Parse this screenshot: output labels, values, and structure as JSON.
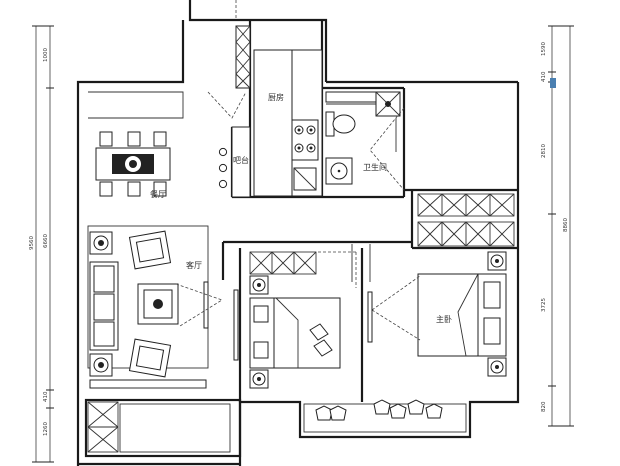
{
  "rooms": {
    "kitchen": "厨房",
    "bar": "吧台",
    "bathroom": "卫生间",
    "dining": "餐厅",
    "living": "客厅",
    "master_bedroom": "主卧"
  },
  "dimensions": {
    "left": {
      "total": "9560",
      "segments": [
        "1000",
        "6660",
        "410",
        "1260"
      ]
    },
    "right": {
      "total": "8860",
      "segments": [
        "1590",
        "410",
        "2810",
        "3725",
        "820"
      ]
    }
  }
}
